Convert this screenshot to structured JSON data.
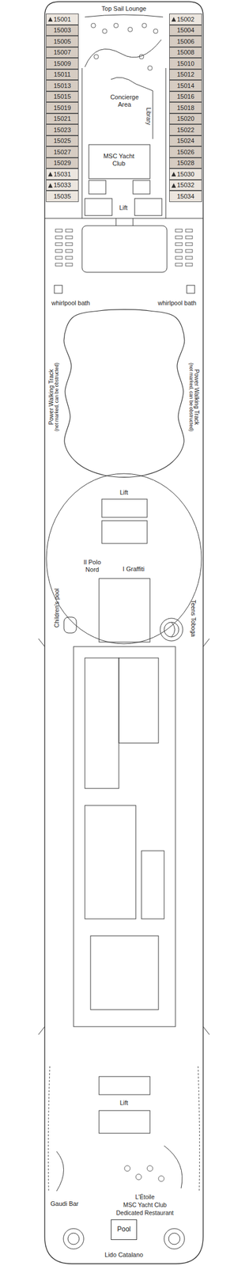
{
  "diagram": {
    "nodes": [
      {
        "text": [
          "15001"
        ]
      },
      {
        "text": [
          "15002"
        ]
      },
      {
        "text": [
          "15003"
        ]
      },
      {
        "text": [
          "15004"
        ]
      },
      {
        "text": [
          "15005"
        ]
      },
      {
        "text": [
          "15006"
        ]
      },
      {
        "text": [
          "15007"
        ]
      },
      {
        "text": [
          "15008"
        ]
      },
      {
        "text": [
          "15009"
        ]
      },
      {
        "text": [
          "15010"
        ]
      },
      {
        "text": [
          "15011"
        ]
      },
      {
        "text": [
          "15012"
        ]
      },
      {
        "text": [
          "15013"
        ]
      },
      {
        "text": [
          "15014"
        ]
      },
      {
        "text": [
          "15015"
        ]
      },
      {
        "text": [
          "15016"
        ]
      },
      {
        "text": [
          "15019"
        ]
      },
      {
        "text": [
          "15018"
        ]
      },
      {
        "text": [
          "15021"
        ]
      },
      {
        "text": [
          "15020"
        ]
      },
      {
        "text": [
          "15023"
        ]
      },
      {
        "text": [
          "15022"
        ]
      },
      {
        "text": [
          "15025"
        ]
      },
      {
        "text": [
          "15024"
        ]
      },
      {
        "text": [
          "15027"
        ]
      },
      {
        "text": [
          "15026"
        ]
      },
      {
        "text": [
          "15029"
        ]
      },
      {
        "text": [
          "15028"
        ]
      },
      {
        "text": [
          "15031"
        ]
      },
      {
        "text": [
          "15030"
        ]
      },
      {
        "text": [
          "15033"
        ]
      },
      {
        "text": [
          "15032"
        ]
      },
      {
        "text": [
          "15035"
        ]
      },
      {
        "text": [
          "15034"
        ]
      },
      {
        "text": [
          "Pool"
        ]
      }
    ],
    "labels": [
      "Top Sail Lounge",
      "Concierge Area",
      "Library",
      "MSC Yacht Club",
      "Lift",
      "whirlpool bath",
      "whirlpool bath",
      "Power Walking Track",
      "(not marked, can be obstructed)",
      "Power Walking Track",
      "(not marked, can be obstructed)",
      "Lift",
      "Il Polo Nord",
      "I Graffiti",
      "Children's pool",
      "Teens Toboga",
      "Lift",
      "Gaudi Bar",
      "L'Étoile",
      "MSC Yacht Club",
      "Dedicated Restaurant",
      "Lido Catalano"
    ]
  }
}
